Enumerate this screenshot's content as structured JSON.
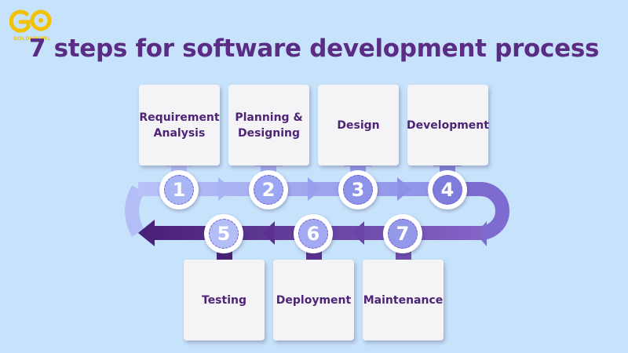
{
  "logo": {
    "name": "GOLDENOWL",
    "icon": "golden-owl-logo",
    "color": "#f2c200"
  },
  "title": "7 steps for software development process",
  "steps": [
    {
      "number": "1",
      "label": "Requirement Analysis",
      "color": "#a9b6f5"
    },
    {
      "number": "2",
      "label": "Planning & Designing",
      "color": "#9da7f1"
    },
    {
      "number": "3",
      "label": "Design",
      "color": "#8c93e8"
    },
    {
      "number": "4",
      "label": "Development",
      "color": "#7e7ddb"
    },
    {
      "number": "5",
      "label": "Testing",
      "color": "#6a4fa8"
    },
    {
      "number": "6",
      "label": "Deployment",
      "color": "#7556b3"
    },
    {
      "number": "7",
      "label": "Maintenance",
      "color": "#7f5fc0"
    }
  ],
  "colors": {
    "background": "#c7e2fb",
    "title": "#5b2c83",
    "top_flow": "#a0a8f2",
    "bottom_flow": "#4a2179"
  }
}
